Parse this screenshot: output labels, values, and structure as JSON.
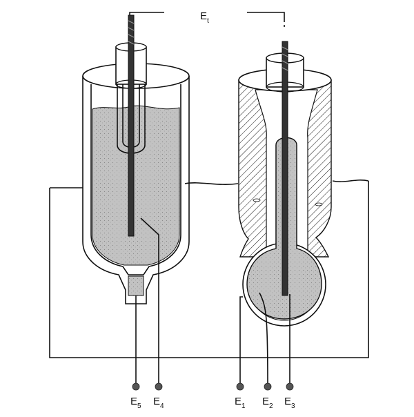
{
  "labels": {
    "et": {
      "main": "E",
      "sub": "t"
    },
    "e5": {
      "main": "E",
      "sub": "5"
    },
    "e4": {
      "main": "E",
      "sub": "4"
    },
    "e1": {
      "main": "E",
      "sub": "1"
    },
    "e2": {
      "main": "E",
      "sub": "2"
    },
    "e3": {
      "main": "E",
      "sub": "3"
    }
  },
  "colors": {
    "ink": "#111111",
    "fill_gray": "#bdbdbd",
    "terminal": "#555555"
  }
}
